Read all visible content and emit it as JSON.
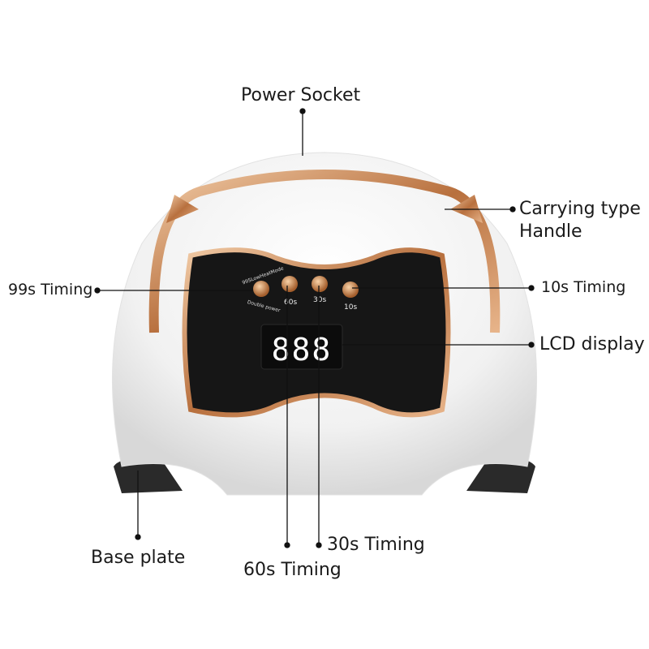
{
  "labels": {
    "power_socket": "Power Socket",
    "handle_line1": "Carrying type",
    "handle_line2": "Handle",
    "timing_99s": "99s Timing",
    "timing_10s": "10s Timing",
    "lcd_display": "LCD display",
    "base_plate": "Base plate",
    "timing_60s": "60s Timing",
    "timing_30s": "30s Timing"
  },
  "panel": {
    "mode_ring_top": "99SLowHeatMode",
    "mode_ring_bottom": "Double power",
    "btn_60": "60s",
    "btn_30": "30s",
    "btn_10": "10s",
    "display": "888"
  },
  "colors": {
    "copper": "#c98a5a",
    "panel": "#161616",
    "shell": "#f4f4f4",
    "base": "#2a2a2a"
  }
}
